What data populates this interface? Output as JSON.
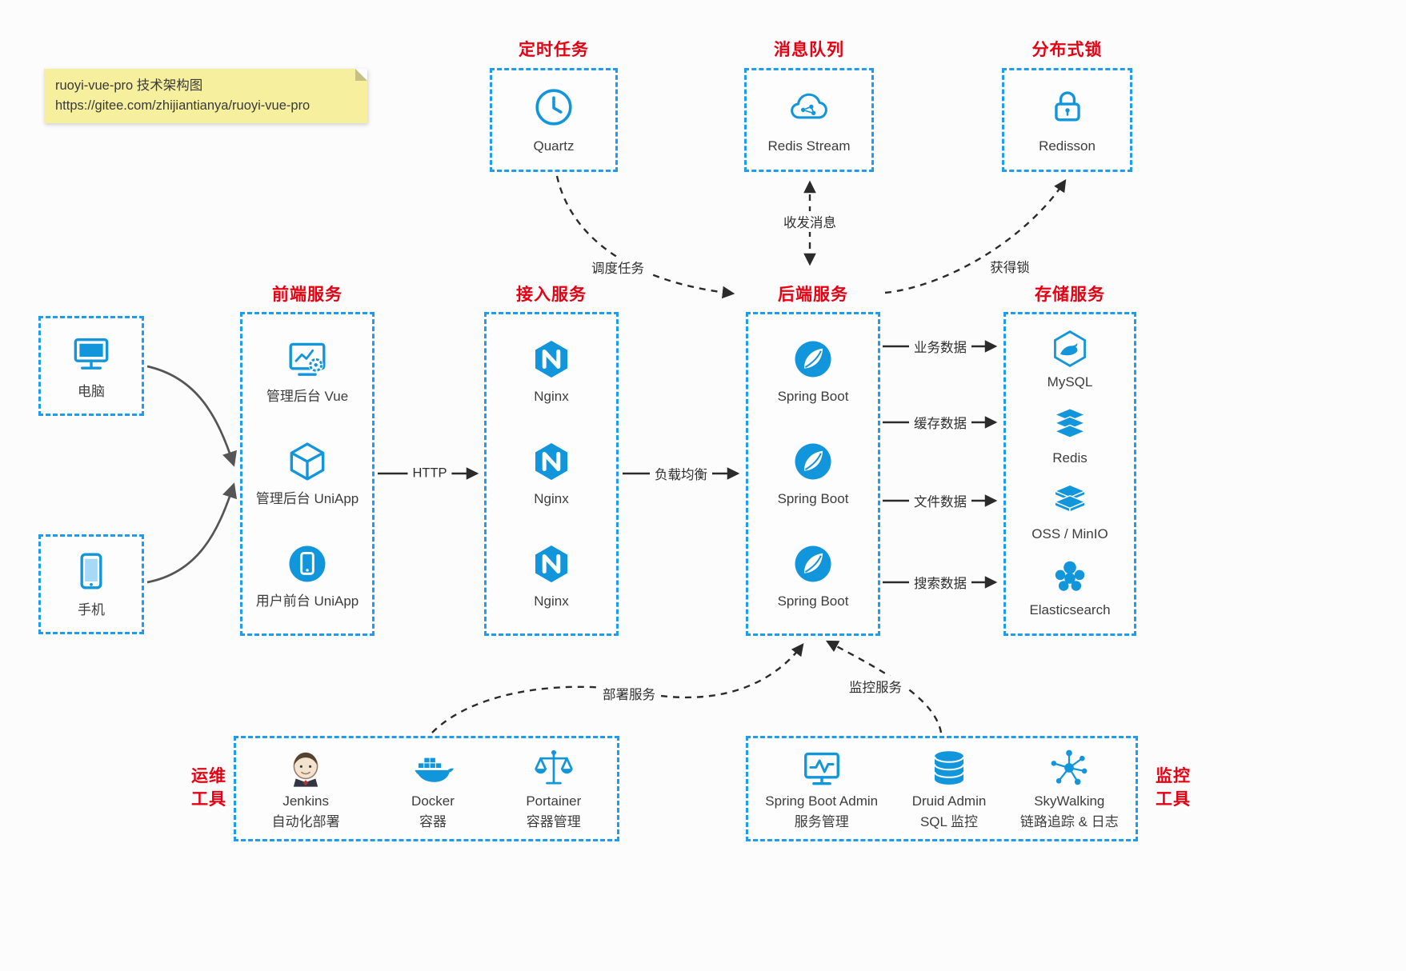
{
  "note": {
    "line1": "ruoyi-vue-pro 技术架构图",
    "line2": "https://gitee.com/zhijiantianya/ruoyi-vue-pro"
  },
  "colors": {
    "accent_blue": "#1296db",
    "border_blue": "#1e9cf0",
    "title_red": "#e60012",
    "note_yellow": "#f5ef9e",
    "arrow_dark": "#2b2b2b",
    "arrow_gray": "#555555"
  },
  "top_sections": [
    {
      "title": "定时任务",
      "label": "Quartz",
      "icon": "clock-icon"
    },
    {
      "title": "消息队列",
      "label": "Redis Stream",
      "icon": "cloud-network-icon"
    },
    {
      "title": "分布式锁",
      "label": "Redisson",
      "icon": "lock-icon"
    }
  ],
  "clients": [
    {
      "label": "电脑",
      "icon": "monitor-icon"
    },
    {
      "label": "手机",
      "icon": "phone-icon"
    }
  ],
  "columns": [
    {
      "title": "前端服务",
      "items": [
        {
          "label": "管理后台 Vue",
          "icon": "admin-vue-icon"
        },
        {
          "label": "管理后台 UniApp",
          "icon": "uniapp-box-icon"
        },
        {
          "label": "用户前台 UniApp",
          "icon": "uniapp-user-icon"
        }
      ]
    },
    {
      "title": "接入服务",
      "items": [
        {
          "label": "Nginx",
          "icon": "nginx-icon"
        },
        {
          "label": "Nginx",
          "icon": "nginx-icon"
        },
        {
          "label": "Nginx",
          "icon": "nginx-icon"
        }
      ]
    },
    {
      "title": "后端服务",
      "items": [
        {
          "label": "Spring Boot",
          "icon": "spring-icon"
        },
        {
          "label": "Spring Boot",
          "icon": "spring-icon"
        },
        {
          "label": "Spring Boot",
          "icon": "spring-icon"
        }
      ]
    },
    {
      "title": "存储服务",
      "items": [
        {
          "label": "MySQL",
          "icon": "mysql-icon"
        },
        {
          "label": "Redis",
          "icon": "redis-icon"
        },
        {
          "label": "OSS / MinIO",
          "icon": "storage-stack-icon"
        },
        {
          "label": "Elasticsearch",
          "icon": "elasticsearch-icon"
        }
      ]
    }
  ],
  "ops_section": {
    "side_label": [
      "运维",
      "工具"
    ],
    "items": [
      {
        "label": "Jenkins",
        "sub": "自动化部署",
        "icon": "jenkins-icon"
      },
      {
        "label": "Docker",
        "sub": "容器",
        "icon": "docker-icon"
      },
      {
        "label": "Portainer",
        "sub": "容器管理",
        "icon": "portainer-icon"
      }
    ]
  },
  "monitor_section": {
    "side_label": [
      "监控",
      "工具"
    ],
    "items": [
      {
        "label": "Spring Boot Admin",
        "sub": "服务管理",
        "icon": "admin-monitor-icon"
      },
      {
        "label": "Druid Admin",
        "sub": "SQL 监控",
        "icon": "database-icon"
      },
      {
        "label": "SkyWalking",
        "sub": "链路追踪 & 日志",
        "icon": "network-graph-icon"
      }
    ]
  },
  "edges": {
    "scheduling": "调度任务",
    "messaging": "收发消息",
    "lock": "获得锁",
    "http": "HTTP",
    "load_balance": "负载均衡",
    "business_data": "业务数据",
    "cache_data": "缓存数据",
    "file_data": "文件数据",
    "search_data": "搜索数据",
    "deploy": "部署服务",
    "monitor": "监控服务"
  }
}
